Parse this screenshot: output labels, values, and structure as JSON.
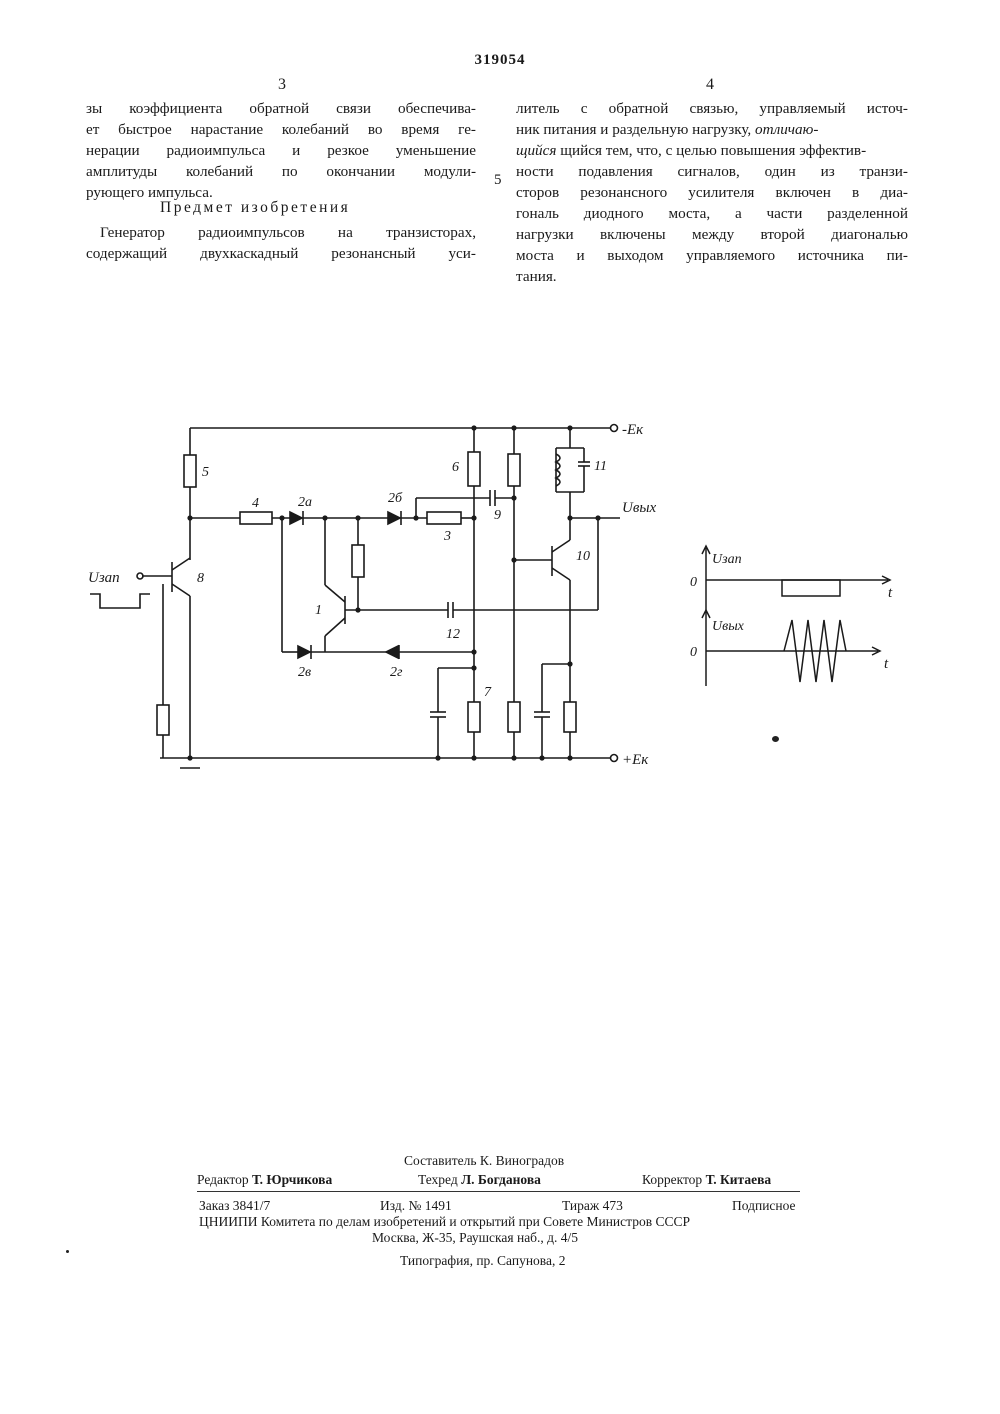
{
  "header": {
    "patent_number": "319054",
    "col_left_number": "3",
    "col_right_number": "4",
    "line_marker": "5"
  },
  "left_column": {
    "lines": [
      "зы коэффициента обратной связи обеспечива-",
      "ет быстрое нарастание колебаний во время ге-",
      "нерации радиоимпульса и резкое уменьшение",
      "амплитуды колебаний по окончании модули-",
      "рующего импульса."
    ],
    "heading": "Предмет изобретения",
    "claim_lines": [
      "Генератор радиоимпульсов на транзисторах,",
      "содержащий двухкаскадный резонансный уси-"
    ]
  },
  "right_column": {
    "lines": [
      "литель с обратной связью, управляемый источ-",
      "ник питания и раздельную нагрузку,",
      "щийся тем, что, с целью повышения эффектив-",
      "ности подавления сигналов, один из транзи-",
      "сторов резонансного усилителя включен в диа-",
      "гональ диодного моста, а части разделенной",
      "нагрузки включены между второй диагональю",
      "моста и выходом управляемого источника пи-",
      "тания."
    ],
    "italic_word_a": "отличаю-",
    "italic_word_b": "щийся"
  },
  "schematic": {
    "supply_minus": "-Eк",
    "supply_plus": "+Eк",
    "input_label": "Uзап",
    "output_label": "Uвых",
    "component_labels": [
      "1",
      "2а",
      "2б",
      "2в",
      "2г",
      "3",
      "4",
      "5",
      "6",
      "7",
      "8",
      "9",
      "10",
      "11",
      "12"
    ]
  },
  "waveforms": {
    "top_label": "Uзап",
    "bottom_label": "Uвых",
    "zero": "0",
    "time": "t"
  },
  "footer": {
    "compiler": "Составитель К. Виноградов",
    "editor_label": "Редактор",
    "editor": "Т. Юрчикова",
    "techred_label": "Техред",
    "techred": "Л. Богданова",
    "corrector_label": "Корректор",
    "corrector": "Т. Китаева",
    "order": "Заказ 3841/7",
    "edition": "Изд. № 1491",
    "print_run": "Тираж 473",
    "subscription": "Подписное",
    "institute": "ЦНИИПИ Комитета по делам изобретений и открытий при Совете Министров СССР",
    "address": "Москва, Ж-35, Раушская наб., д. 4/5",
    "printer": "Типография, пр. Сапунова, 2"
  }
}
